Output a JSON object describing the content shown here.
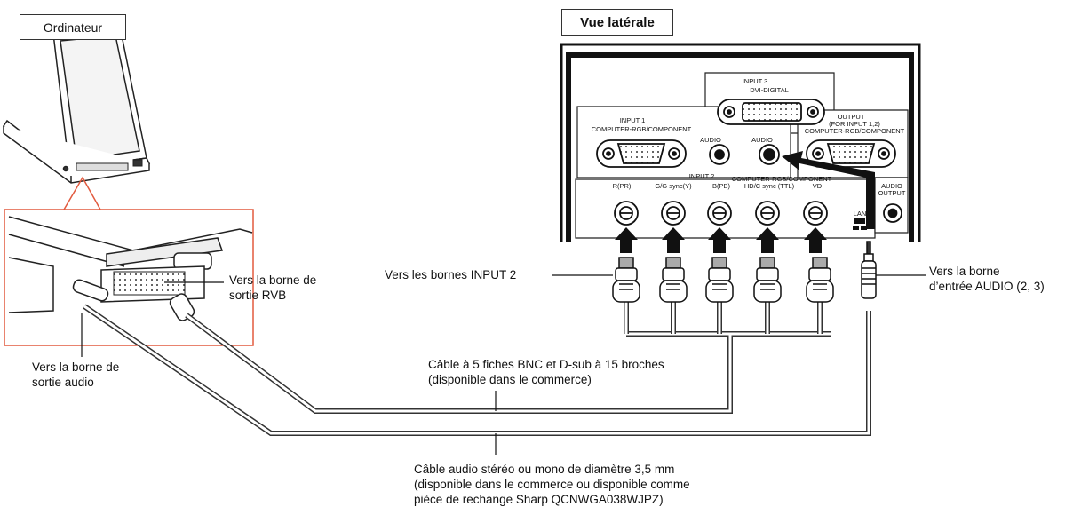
{
  "computer": {
    "box_label": "Ordinateur"
  },
  "side_view": {
    "title": "Vue latérale"
  },
  "panel": {
    "input1": {
      "title": "INPUT 1",
      "subtitle": "COMPUTER-RGB/COMPONENT",
      "audio": "AUDIO"
    },
    "input3": {
      "title": "INPUT 3",
      "subtitle": "DVI-DIGITAL",
      "audio": "AUDIO"
    },
    "output": {
      "title": "OUTPUT",
      "subtitle1": "(FOR INPUT 1,2)",
      "subtitle2": "COMPUTER-RGB/COMPONENT"
    },
    "input2": {
      "title": "INPUT 2",
      "subtitle": "COMPUTER-RGB/COMPONENT",
      "jacks": [
        "R(PR)",
        "G/G sync(Y)",
        "B(PB)",
        "HD/C sync (TTL)",
        "VD"
      ]
    },
    "audio_output": {
      "line1": "AUDIO",
      "line2": "OUTPUT"
    },
    "lan": "LAN"
  },
  "labels": {
    "rgb_out": [
      "Vers la borne de",
      "sortie RVB"
    ],
    "audio_out": [
      "Vers la borne de",
      "sortie audio"
    ],
    "input2_terminals": "Vers les bornes INPUT 2",
    "audio_in": [
      "Vers la borne",
      "d’entrée AUDIO (2, 3)"
    ],
    "bnc_cable": [
      "Câble à 5 fiches BNC et D-sub à 15 broches",
      "(disponible dans le commerce)"
    ],
    "audio_cable": [
      "Câble audio stéréo ou mono de diamètre 3,5 mm",
      "(disponible dans le commerce ou disponible comme",
      "pièce de rechange Sharp QCNWGA038WJPZ)"
    ]
  },
  "colors": {
    "highlight": "#e25a3e",
    "cable": "#333333"
  }
}
